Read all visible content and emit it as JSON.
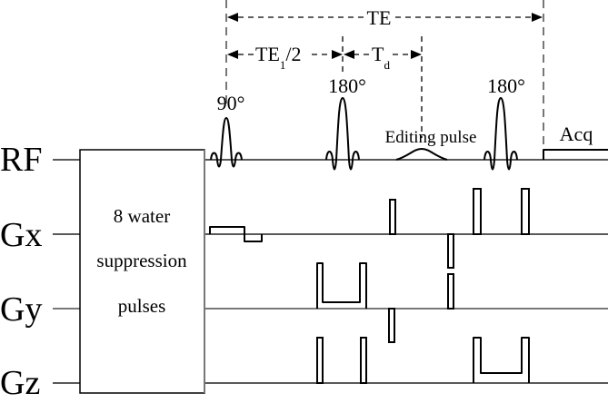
{
  "diagram": {
    "title": "MEGA-PRESS style pulse sequence timing diagram",
    "channels": [
      {
        "id": "rf",
        "label": "RF"
      },
      {
        "id": "gx",
        "label": "Gx"
      },
      {
        "id": "gy",
        "label": "Gy"
      },
      {
        "id": "gz",
        "label": "Gz"
      }
    ],
    "water_suppression_box": {
      "line1": "8 water",
      "line2": "suppression",
      "line3": "pulses"
    },
    "rf_pulses": [
      {
        "id": "excitation",
        "label": "90°"
      },
      {
        "id": "refocus-1",
        "label": "180°"
      },
      {
        "id": "editing",
        "label": "Editing pulse"
      },
      {
        "id": "refocus-2",
        "label": "180°"
      },
      {
        "id": "acquisition",
        "label": "Acq"
      }
    ],
    "timing": {
      "te_label": "TE",
      "te1_main": "TE",
      "te1_sub": "1",
      "te1_suffix": "/2",
      "td_main": "T",
      "td_sub": "d"
    }
  }
}
